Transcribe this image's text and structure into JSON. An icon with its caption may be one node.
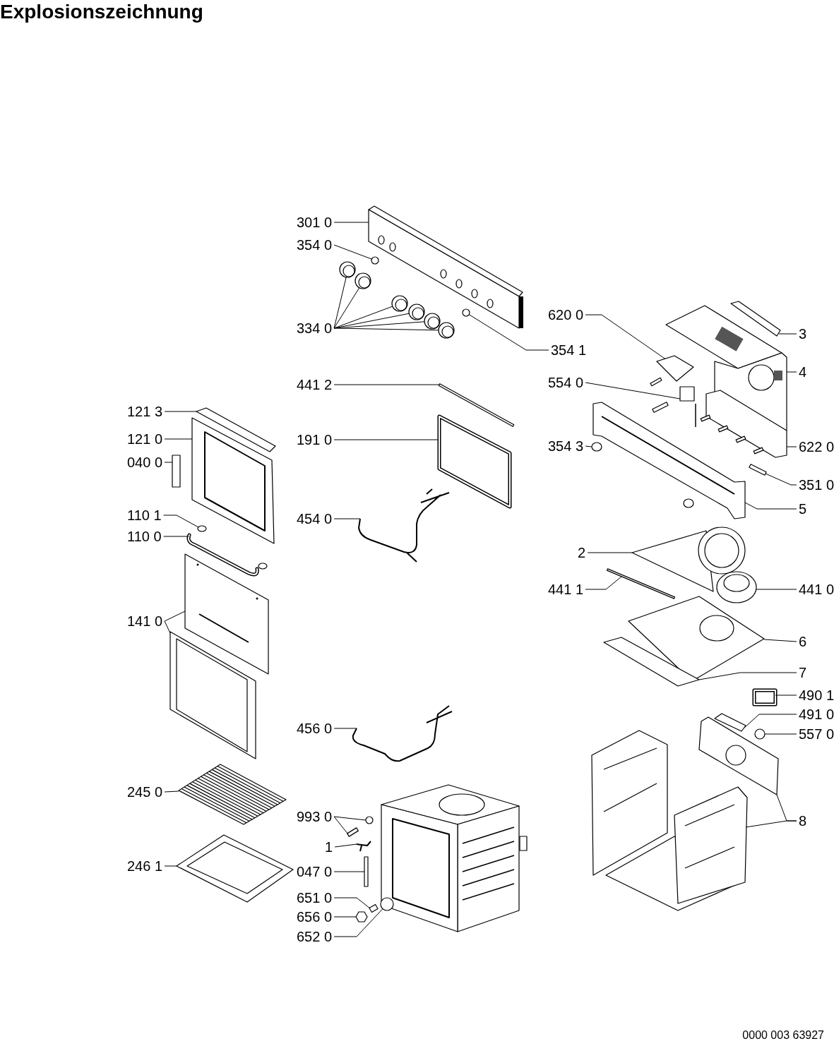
{
  "diagram": {
    "title": "Explosionszeichnung",
    "nodes": [
      {
        "text": [
          "301 0"
        ]
      },
      {
        "text": [
          "354 0"
        ]
      },
      {
        "text": [
          "620 0"
        ]
      },
      {
        "text": [
          "334 0"
        ]
      },
      {
        "text": [
          "3"
        ]
      },
      {
        "text": [
          "354 1"
        ]
      },
      {
        "text": [
          "4"
        ]
      },
      {
        "text": [
          "554 0"
        ]
      },
      {
        "text": [
          "441 2"
        ]
      },
      {
        "text": [
          "121 3"
        ]
      },
      {
        "text": [
          "121 0"
        ]
      },
      {
        "text": [
          "191 0"
        ]
      },
      {
        "text": [
          "354 3"
        ]
      },
      {
        "text": [
          "622 0"
        ]
      },
      {
        "text": [
          "040 0"
        ]
      },
      {
        "text": [
          "351 0"
        ]
      },
      {
        "text": [
          "5"
        ]
      },
      {
        "text": [
          "110 1"
        ]
      },
      {
        "text": [
          "454 0"
        ]
      },
      {
        "text": [
          "110 0"
        ]
      },
      {
        "text": [
          "2"
        ]
      },
      {
        "text": [
          "441 1"
        ]
      },
      {
        "text": [
          "441 0"
        ]
      },
      {
        "text": [
          "141 0"
        ]
      },
      {
        "text": [
          "6"
        ]
      },
      {
        "text": [
          "7"
        ]
      },
      {
        "text": [
          "490 1"
        ]
      },
      {
        "text": [
          "491 0"
        ]
      },
      {
        "text": [
          "456 0"
        ]
      },
      {
        "text": [
          "557 0"
        ]
      },
      {
        "text": [
          "245 0"
        ]
      },
      {
        "text": [
          "993 0"
        ]
      },
      {
        "text": [
          "8"
        ]
      },
      {
        "text": [
          "1"
        ]
      },
      {
        "text": [
          "246 1"
        ]
      },
      {
        "text": [
          "047 0"
        ]
      },
      {
        "text": [
          "651 0"
        ]
      },
      {
        "text": [
          "656 0"
        ]
      },
      {
        "text": [
          "652 0"
        ]
      },
      {
        "text": [],
        "shape": "picture"
      },
      {
        "text": [],
        "shape": "circle"
      },
      {
        "text": [],
        "shape": "picture"
      },
      {
        "text": [],
        "shape": "picture"
      },
      {
        "text": [],
        "shape": "picture"
      },
      {
        "text": [],
        "shape": "picture"
      },
      {
        "text": [],
        "shape": "picture"
      },
      {
        "text": [],
        "shape": "picture"
      },
      {
        "text": [],
        "shape": "picture"
      },
      {
        "text": [],
        "shape": "bar"
      },
      {
        "text": [],
        "shape": "circle"
      },
      {
        "text": [],
        "shape": "picture"
      },
      {
        "text": [],
        "shape": "picture"
      },
      {
        "text": [],
        "shape": "bar"
      },
      {
        "text": [],
        "shape": "bar"
      },
      {
        "text": [],
        "shape": "picture"
      },
      {
        "text": [],
        "shape": "box"
      },
      {
        "text": [],
        "shape": "circle"
      },
      {
        "text": [],
        "shape": "picture"
      },
      {
        "text": [],
        "shape": "bar"
      },
      {
        "text": [],
        "shape": "bar"
      },
      {
        "text": [],
        "shape": "picture"
      },
      {
        "text": [],
        "shape": "circle"
      },
      {
        "text": [],
        "shape": "picture"
      },
      {
        "text": [],
        "shape": "picture"
      },
      {
        "text": [],
        "shape": "picture"
      },
      {
        "text": [],
        "shape": "bar"
      },
      {
        "text": [],
        "shape": "picture"
      },
      {
        "text": [],
        "shape": "picture"
      },
      {
        "text": [],
        "shape": "picture"
      },
      {
        "text": [],
        "shape": "picture"
      },
      {
        "text": [],
        "shape": "bar"
      },
      {
        "text": [],
        "shape": "box"
      },
      {
        "text": [],
        "shape": "bar"
      },
      {
        "text": [],
        "shape": "picture"
      },
      {
        "text": [],
        "shape": "circle"
      },
      {
        "text": [],
        "shape": "picture"
      },
      {
        "text": [],
        "shape": "circle"
      },
      {
        "text": [],
        "shape": "bar"
      },
      {
        "text": [],
        "shape": "picture"
      },
      {
        "text": [],
        "shape": "picture"
      },
      {
        "text": [],
        "shape": "picture"
      },
      {
        "text": [],
        "shape": "picture"
      },
      {
        "text": [],
        "shape": "bar"
      },
      {
        "text": [],
        "shape": "bar"
      },
      {
        "text": [],
        "shape": "hexagon"
      },
      {
        "text": [],
        "shape": "circle"
      }
    ],
    "edges": [
      {
        "from": 0,
        "to": 39,
        "arrow": "none"
      },
      {
        "from": 1,
        "to": 40,
        "arrow": "none"
      },
      {
        "from": 2,
        "to": 41,
        "arrow": "none"
      },
      {
        "from": 3,
        "to": 42,
        "arrow": "none"
      },
      {
        "from": 3,
        "to": 43,
        "arrow": "none"
      },
      {
        "from": 3,
        "to": 44,
        "arrow": "none"
      },
      {
        "from": 3,
        "to": 45,
        "arrow": "none"
      },
      {
        "from": 3,
        "to": 46,
        "arrow": "none"
      },
      {
        "from": 3,
        "to": 47,
        "arrow": "none"
      },
      {
        "from": 4,
        "to": 48,
        "arrow": "none"
      },
      {
        "from": 5,
        "to": 49,
        "arrow": "none"
      },
      {
        "from": 6,
        "to": 50,
        "arrow": "none"
      },
      {
        "from": 7,
        "to": 51,
        "arrow": "none"
      },
      {
        "from": 8,
        "to": 52,
        "arrow": "none"
      },
      {
        "from": 9,
        "to": 53,
        "arrow": "none"
      },
      {
        "from": 10,
        "to": 54,
        "arrow": "none"
      },
      {
        "from": 11,
        "to": 55,
        "arrow": "none"
      },
      {
        "from": 12,
        "to": 56,
        "arrow": "none"
      },
      {
        "from": 13,
        "to": 57,
        "arrow": "none"
      },
      {
        "from": 14,
        "to": 58,
        "arrow": "none"
      },
      {
        "from": 15,
        "to": 59,
        "arrow": "none"
      },
      {
        "from": 16,
        "to": 60,
        "arrow": "none"
      },
      {
        "from": 17,
        "to": 61,
        "arrow": "none"
      },
      {
        "from": 18,
        "to": 62,
        "arrow": "none"
      },
      {
        "from": 19,
        "to": 63,
        "arrow": "none"
      },
      {
        "from": 20,
        "to": 64,
        "arrow": "none"
      },
      {
        "from": 21,
        "to": 65,
        "arrow": "none"
      },
      {
        "from": 22,
        "to": 66,
        "arrow": "none"
      },
      {
        "from": 23,
        "to": 67,
        "arrow": "none"
      },
      {
        "from": 23,
        "to": 68,
        "arrow": "none"
      },
      {
        "from": 24,
        "to": 69,
        "arrow": "none"
      },
      {
        "from": 25,
        "to": 70,
        "arrow": "none"
      },
      {
        "from": 26,
        "to": 71,
        "arrow": "none"
      },
      {
        "from": 27,
        "to": 72,
        "arrow": "none"
      },
      {
        "from": 28,
        "to": 73,
        "arrow": "none"
      },
      {
        "from": 29,
        "to": 74,
        "arrow": "none"
      },
      {
        "from": 30,
        "to": 75,
        "arrow": "none"
      },
      {
        "from": 31,
        "to": 76,
        "arrow": "none"
      },
      {
        "from": 31,
        "to": 77,
        "arrow": "none"
      },
      {
        "from": 32,
        "to": 78,
        "arrow": "none"
      },
      {
        "from": 32,
        "to": 79,
        "arrow": "none"
      },
      {
        "from": 33,
        "to": 80,
        "arrow": "none"
      },
      {
        "from": 34,
        "to": 81,
        "arrow": "none"
      },
      {
        "from": 35,
        "to": 82,
        "arrow": "none"
      },
      {
        "from": 36,
        "to": 83,
        "arrow": "none"
      },
      {
        "from": 37,
        "to": 84,
        "arrow": "none"
      },
      {
        "from": 38,
        "to": 85,
        "arrow": "none"
      }
    ],
    "labels": [
      "0000 003 63927"
    ]
  }
}
